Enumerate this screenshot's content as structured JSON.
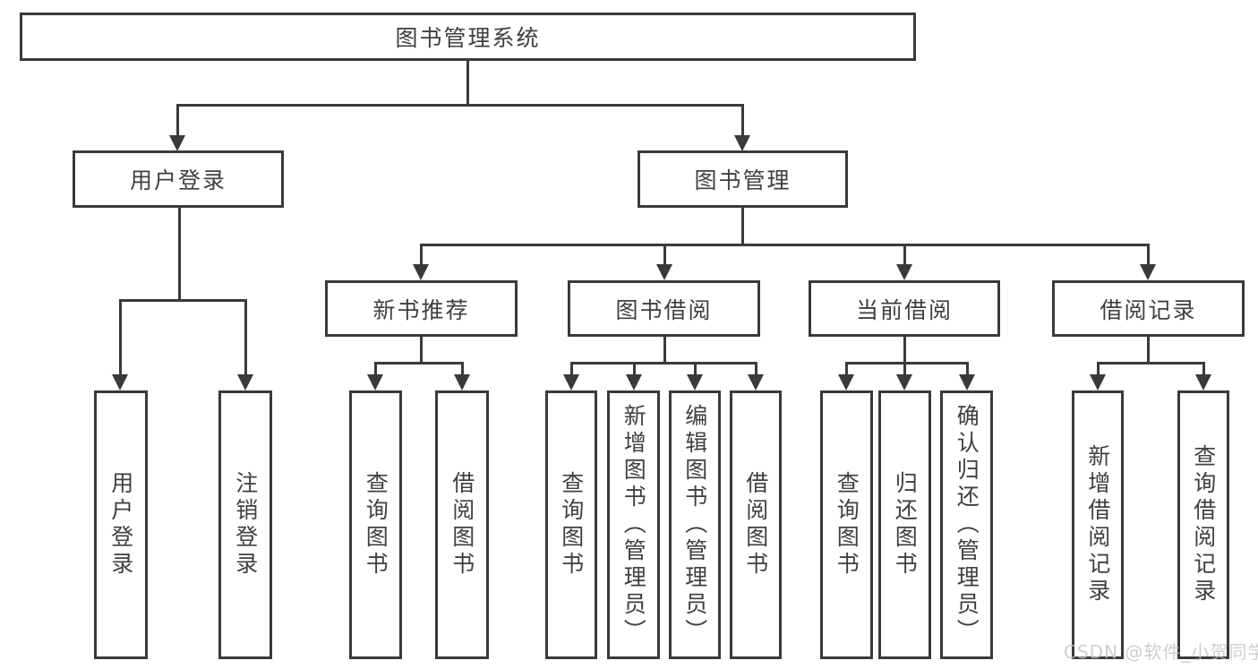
{
  "nodes": {
    "root": "图书管理系统",
    "userLogin": "用户登录",
    "bookMgmt": "图书管理",
    "newBookRec": "新书推荐",
    "bookBorrow": "图书借阅",
    "currentBorrow": "当前借阅",
    "borrowRecords": "借阅记录",
    "leafUserLogin": "用户登录",
    "leafLogout": "注销登录",
    "leafNbrQuery": "查询图书",
    "leafNbrBorrow": "借阅图书",
    "leafBbQuery": "查询图书",
    "leafBbAdd": "新增图书（管理员）",
    "leafBbEdit": "编辑图书（管理员）",
    "leafBbBorrow": "借阅图书",
    "leafCbQuery": "查询图书",
    "leafCbReturn": "归还图书",
    "leafCbConfirm": "确认归还（管理员）",
    "leafBrAdd": "新增借阅记录",
    "leafBrQuery": "查询借阅记录"
  },
  "watermark": "CSDN @软件_小贺同学",
  "colors": {
    "line": "#3a3a3a",
    "text": "#3f3f3f",
    "watermark": "#c2c2c2",
    "background": "#ffffff"
  }
}
